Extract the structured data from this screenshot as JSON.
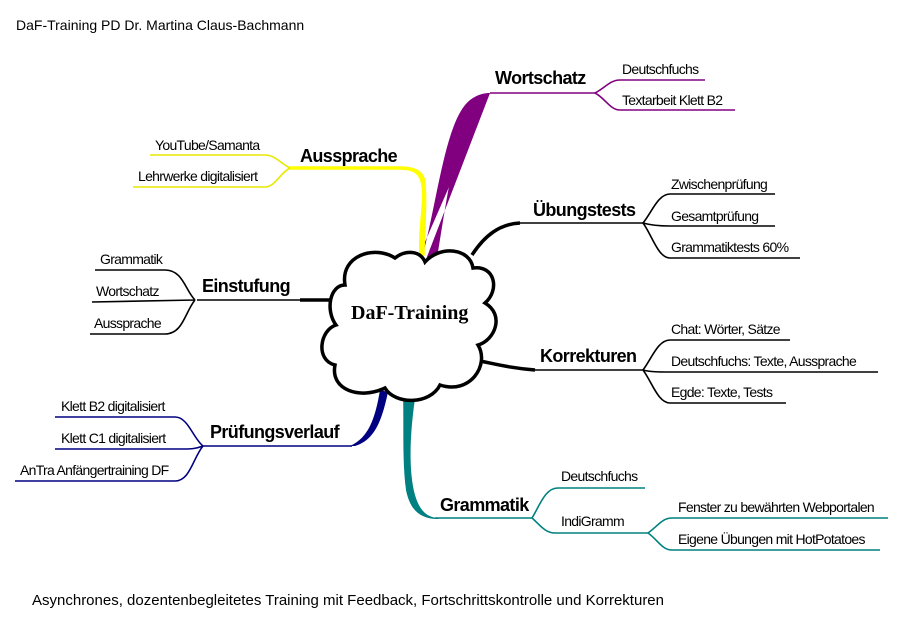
{
  "header": {
    "title": "DaF-Training PD Dr. Martina Claus-Bachmann"
  },
  "footer": {
    "text": "Asynchrones, dozentenbegleitetes Training mit Feedback, Fortschrittskontrolle und Korrekturen"
  },
  "center": {
    "label": "DaF-Training"
  },
  "colors": {
    "wortschatz": "#800080",
    "aussprache": "#ffff00",
    "einstufung": "#000000",
    "pruefungsverlauf": "#000080",
    "grammatik": "#008080",
    "uebungstests": "#000000",
    "korrekturen": "#000000"
  },
  "branches": {
    "wortschatz": {
      "label": "Wortschatz",
      "items": [
        "Deutschfuchs",
        "Textarbeit Klett B2"
      ]
    },
    "aussprache": {
      "label": "Aussprache",
      "items": [
        "YouTube/Samanta",
        "Lehrwerke digitalisiert"
      ]
    },
    "einstufung": {
      "label": "Einstufung",
      "items": [
        "Grammatik",
        "Wortschatz",
        "Aussprache"
      ]
    },
    "pruefungsverlauf": {
      "label": "Prüfungsverlauf",
      "items": [
        "Klett B2 digitalisiert",
        "Klett C1 digitalisiert",
        "AnTra Anfängertraining DF"
      ]
    },
    "grammatik": {
      "label": "Grammatik",
      "items": [
        "Deutschfuchs",
        "IndiGramm"
      ],
      "indigramm_items": [
        "Fenster zu bewährten Webportalen",
        "Eigene Übungen mit HotPotatoes"
      ]
    },
    "uebungstests": {
      "label": "Übungstests",
      "items": [
        "Zwischenprüfung",
        "Gesamtprüfung",
        "Grammatiktests 60%"
      ]
    },
    "korrekturen": {
      "label": "Korrekturen",
      "items": [
        "Chat: Wörter, Sätze",
        "Deutschfuchs: Texte, Aussprache",
        "Egde: Texte, Tests"
      ]
    }
  }
}
